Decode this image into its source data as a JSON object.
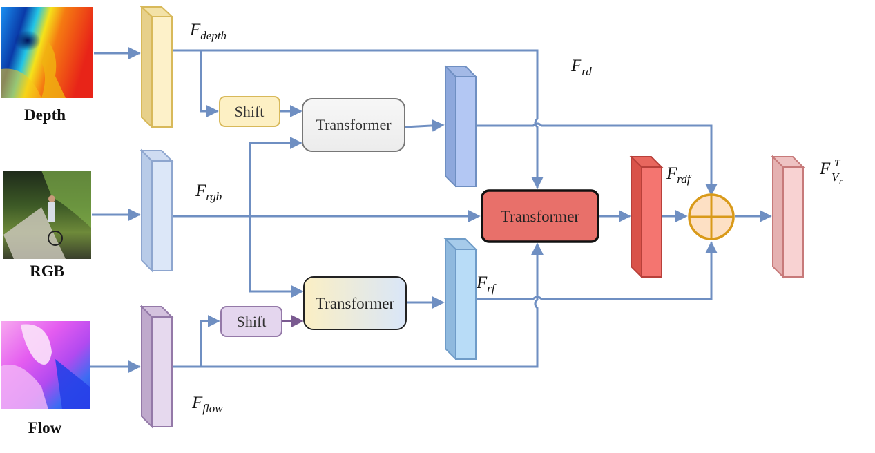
{
  "inputs": {
    "depth_caption": "Depth",
    "rgb_caption": "RGB",
    "flow_caption": "Flow"
  },
  "modules": {
    "shift_top": "Shift",
    "shift_bottom": "Shift",
    "transformer_top": "Transformer",
    "transformer_bottom": "Transformer",
    "transformer_fusion": "Transformer"
  },
  "features": {
    "depth": {
      "base": "F",
      "sub": "depth"
    },
    "rgb": {
      "base": "F",
      "sub": "rgb"
    },
    "flow": {
      "base": "F",
      "sub": "flow"
    },
    "rd": {
      "base": "F",
      "sub": "rd"
    },
    "rf": {
      "base": "F",
      "sub": "rf"
    },
    "rdf": {
      "base": "F",
      "sub": "rdf"
    },
    "output": {
      "base": "F",
      "sup": "T",
      "sub": "V",
      "subsub": "r"
    }
  },
  "colors": {
    "arrow": "#6f8fc2",
    "fusion_transformer": "#e8706a",
    "sum_node": "#d99a1a"
  }
}
